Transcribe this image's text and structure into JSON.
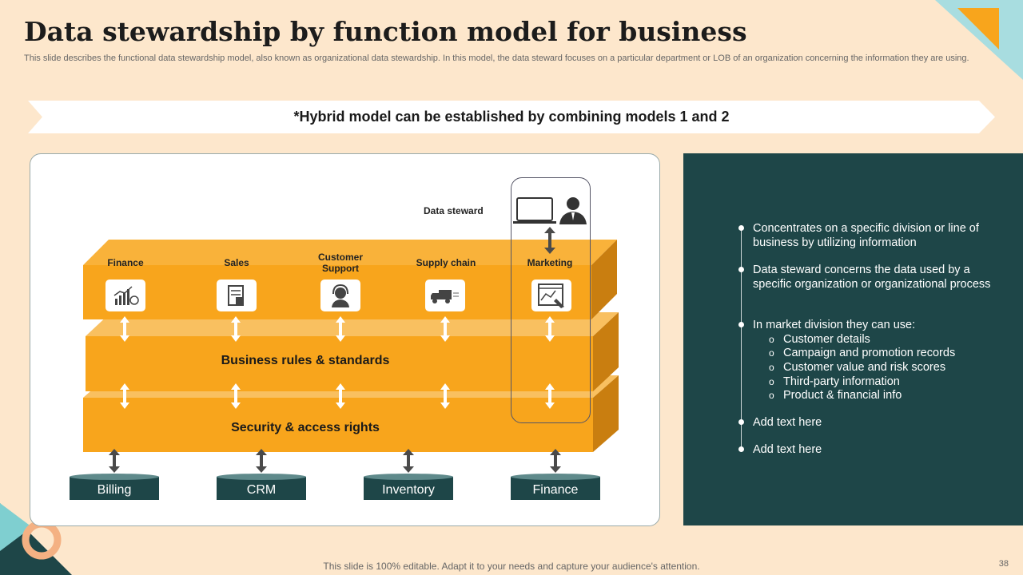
{
  "slide": {
    "title": "Data stewardship by function model for business",
    "description": "This slide describes the functional data stewardship model, also known as organizational data stewardship. In this model, the data steward focuses on a particular department or LOB of an organization concerning the information they are using.",
    "banner": "*Hybrid model can be established by combining models 1 and 2",
    "footer": "This slide is 100% editable. Adapt it to your needs and capture your audience's attention.",
    "page_number": "38"
  },
  "diagram": {
    "steward_label": "Data steward",
    "departments": [
      {
        "label": "Finance",
        "icon": "finance-chart-icon"
      },
      {
        "label": "Sales",
        "icon": "sales-receipt-icon"
      },
      {
        "label": "Customer Support",
        "icon": "customer-support-icon"
      },
      {
        "label": "Supply chain",
        "icon": "delivery-truck-icon"
      },
      {
        "label": "Marketing",
        "icon": "marketing-analytics-icon"
      }
    ],
    "layer_rules": "Business rules & standards",
    "layer_security": "Security & access rights",
    "databases": [
      "Billing",
      "CRM",
      "Inventory",
      "Finance"
    ]
  },
  "panel": {
    "bullet_1": "Concentrates on a specific division or line of business by utilizing information",
    "bullet_2": "Data steward concerns the data used by a specific organization or organizational process",
    "bullet_3": "In market division they can use:",
    "sub_items": [
      "Customer details",
      "Campaign and promotion records",
      "Customer value and risk scores",
      "Third-party information",
      "Product & financial info"
    ],
    "sub_marker": "o",
    "bullet_4": "Add text here",
    "bullet_5": "Add text here"
  },
  "colors": {
    "background": "#fde7cc",
    "orange": "#f8a51c",
    "orange_dark": "#d68510",
    "panel": "#1e4648",
    "teal_accent": "#7fcfd0"
  }
}
